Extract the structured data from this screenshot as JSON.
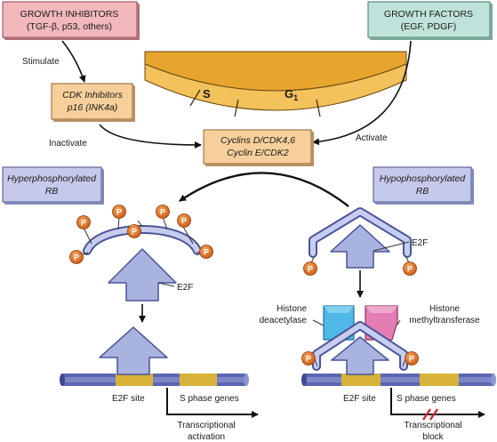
{
  "boxes": {
    "growth_inhibitors": {
      "line1": "GROWTH INHIBITORS",
      "line2": "(TGF-β, p53, others)"
    },
    "growth_factors": {
      "line1": "GROWTH FACTORS",
      "line2": "(EGF, PDGF)"
    },
    "cdk_inhibitors": {
      "line1": "CDK Inhibitors",
      "line2": "p16 (INK4a)"
    },
    "cyclins": {
      "line1": "Cyclins D/CDK4,6",
      "line2": "Cyclin E/CDK2"
    },
    "hyper_rb": {
      "line1": "Hyperphosphorylated",
      "line2": "RB"
    },
    "hypo_rb": {
      "line1": "Hypophosphorylated",
      "line2": "RB"
    }
  },
  "cycle": {
    "s_label": "S",
    "g1_label": "G",
    "g1_sub": "1"
  },
  "arrows": {
    "stimulate": "Stimulate",
    "inactivate": "Inactivate",
    "activate": "Activate"
  },
  "phospho_label": "P",
  "proteins": {
    "e2f_left": "E2F",
    "e2f_right": "E2F",
    "histone_deacetylase_1": "Histone",
    "histone_deacetylase_2": "deacetylase",
    "histone_methyltransferase_1": "Histone",
    "histone_methyltransferase_2": "methyltransferase"
  },
  "dna": {
    "e2f_site_left": "E2F site",
    "s_phase_genes_left": "S phase genes",
    "e2f_site_right": "E2F site",
    "s_phase_genes_right": "S phase genes"
  },
  "outcomes": {
    "activation_1": "Transcriptional",
    "activation_2": "activation",
    "block_1": "Transcriptional",
    "block_2": "block"
  },
  "colors": {
    "inhibitor_box": "#f2b8bc",
    "factor_box": "#bfe3da",
    "cdk_box": "#f6cf9a",
    "rb_box": "#c5c9ea",
    "cycle_ring": "#f0b84a",
    "phospho": "#e0701e",
    "e2f": "#a9b3df",
    "rb_ring": "#aeb6e0",
    "deacetylase": "#4fb8e6",
    "methyltransferase": "#e47db4",
    "dna_strand": "#5b66b3",
    "dna_gold": "#d9b23a",
    "block_mark": "#d0282d"
  }
}
